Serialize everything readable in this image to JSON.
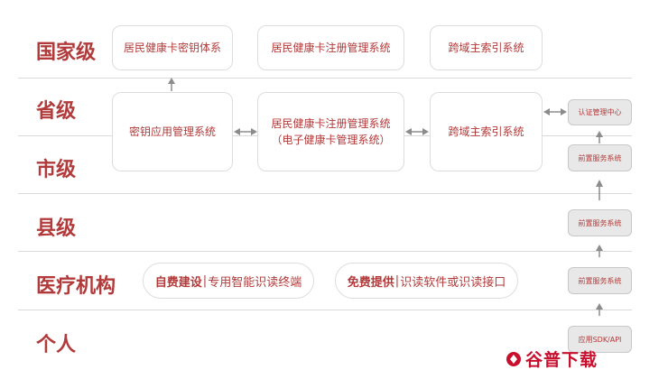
{
  "levels": {
    "national": "国家级",
    "province": "省级",
    "city": "市级",
    "county": "县级",
    "medical": "医疗机构",
    "individual": "个人"
  },
  "national_boxes": {
    "key_system": "居民健康卡密钥体系",
    "registry_system": "居民健康卡注册管理系统",
    "master_index": "跨域主索引系统"
  },
  "province_boxes": {
    "key_app_mgmt": "密钥应用管理系统",
    "registry_line1": "居民健康卡注册管理系统",
    "registry_line2": "（电子健康卡管理系统）",
    "master_index": "跨域主索引系统"
  },
  "right_column": {
    "auth_center": "认证管理中心",
    "front_service_1": "前置服务系统",
    "front_service_2": "前置服务系统",
    "front_service_3": "前置服务系统",
    "app_sdk": "应用SDK/API"
  },
  "medical_pills": {
    "pill1_bold": "自费建设",
    "pill1_sep": "|",
    "pill1_rest": "专用智能识读终端",
    "pill2_bold": "免费提供",
    "pill2_sep": "|",
    "pill2_rest": "识读软件或识读接口"
  },
  "watermark": {
    "text": "谷普下载"
  },
  "colors": {
    "accent": "#b23a3a",
    "divider": "#d9d9d9",
    "arrow": "#8c8c8c",
    "service_bg": "#e8e8e8"
  }
}
